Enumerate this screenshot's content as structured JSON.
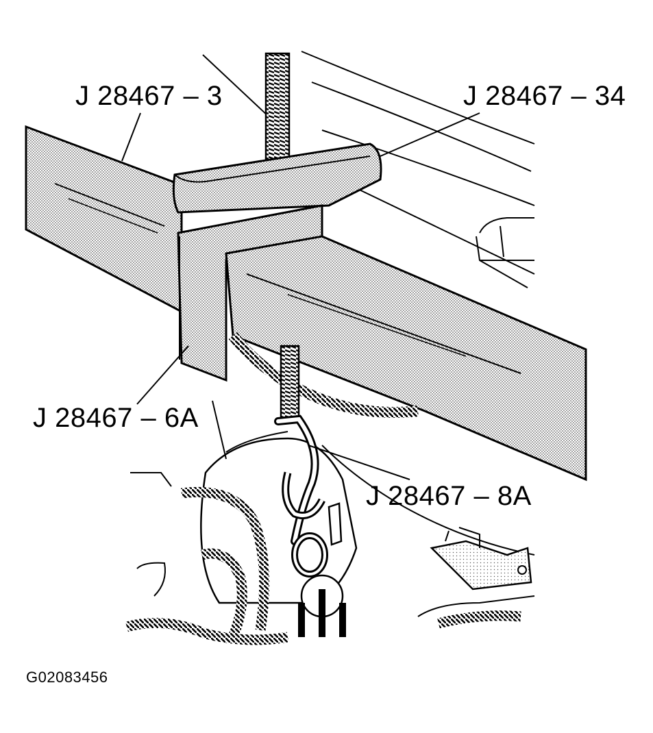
{
  "callouts": {
    "crossbar": "J 28467 – 3",
    "top_bracket": "J 28467 – 34",
    "hanger": "J 28467 – 6A",
    "hook": "J 28467 – 8A"
  },
  "figure_id": "G02083456"
}
